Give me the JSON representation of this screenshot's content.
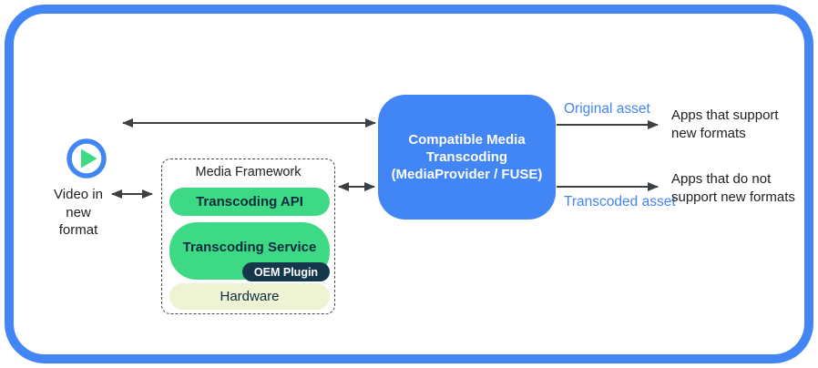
{
  "colors": {
    "accent_blue": "#4285F4",
    "pill_green": "#3ED985",
    "hardware_bg": "#EDF3D3",
    "oem_bg": "#15374C",
    "arrow_gray": "#3C4043",
    "text_dark": "#202124",
    "pill_text": "#0D2B3E"
  },
  "video_source": {
    "icon": "play-icon",
    "label": "Video in\nnew\nformat"
  },
  "media_framework": {
    "title": "Media Framework",
    "api": "Transcoding API",
    "service": "Transcoding Service",
    "oem": "OEM Plugin",
    "hardware": "Hardware"
  },
  "transcoder": {
    "label": "Compatible Media\nTranscoding\n(MediaProvider / FUSE)"
  },
  "outputs": {
    "original": {
      "arrow_label": "Original asset",
      "target": "Apps that support\nnew formats"
    },
    "transcoded": {
      "arrow_label": "Transcoded asset",
      "target": "Apps that do not\nsupport new formats"
    }
  }
}
